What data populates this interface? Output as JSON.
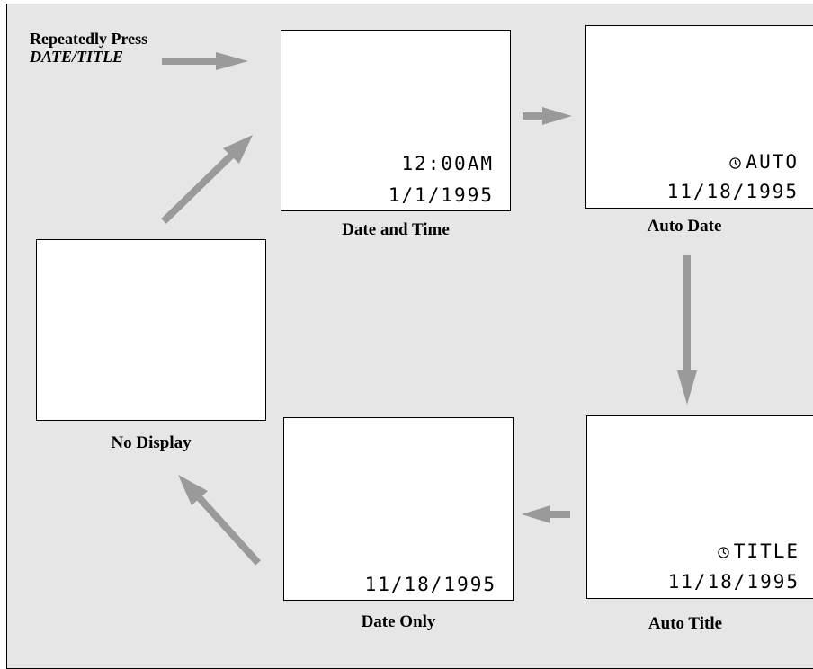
{
  "instruction": {
    "line1": "Repeatedly Press",
    "line2": "DATE/TITLE"
  },
  "screens": {
    "date_and_time": {
      "caption": "Date and Time",
      "time": "12:00AM",
      "date": "1/1/1995"
    },
    "auto_date": {
      "caption": "Auto Date",
      "mode": "AUTO",
      "date": "11/18/1995"
    },
    "auto_title": {
      "caption": "Auto Title",
      "mode": "TITLE",
      "date": "11/18/1995"
    },
    "date_only": {
      "caption": "Date Only",
      "date": "11/18/1995"
    },
    "no_display": {
      "caption": "No Display"
    }
  },
  "colors": {
    "arrow": "#9a9a9a",
    "background": "#e6e6e6"
  },
  "icons": {
    "mode_indicator": "clock-icon"
  }
}
